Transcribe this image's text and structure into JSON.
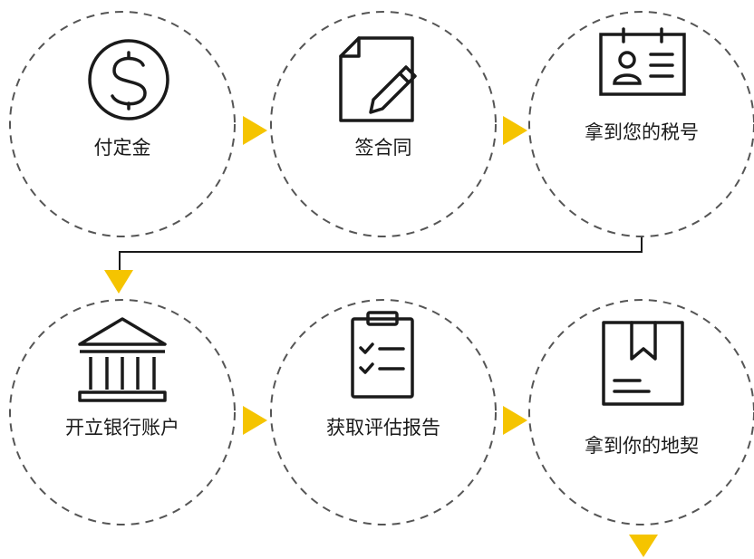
{
  "steps": [
    {
      "label": "付定金",
      "icon": "dollar-coin-icon"
    },
    {
      "label": "签合同",
      "icon": "contract-pen-icon"
    },
    {
      "label": "拿到您的税号",
      "icon": "id-card-icon"
    },
    {
      "label": "开立银行账户",
      "icon": "bank-icon"
    },
    {
      "label": "获取评估报告",
      "icon": "clipboard-checklist-icon"
    },
    {
      "label": "拿到你的地契",
      "icon": "deed-folder-icon"
    }
  ],
  "colors": {
    "arrow": "#f5c400",
    "stroke": "#1a1a1a",
    "dash": "#555555"
  }
}
